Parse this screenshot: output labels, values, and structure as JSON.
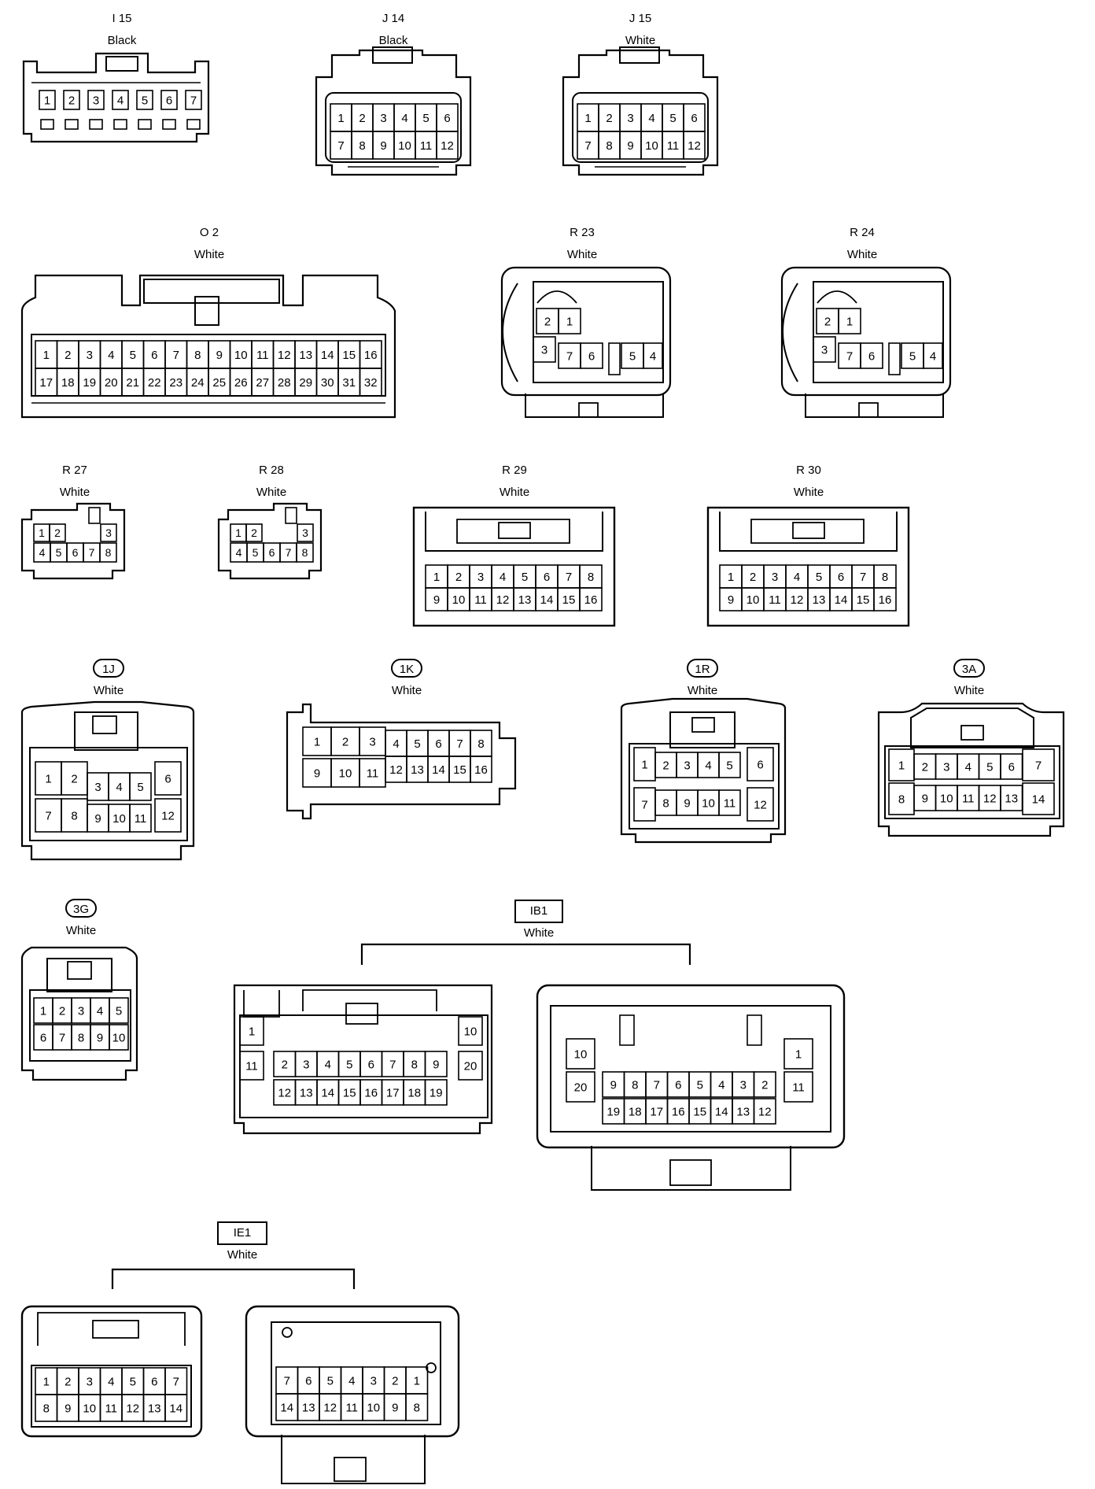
{
  "connectors": {
    "i15": {
      "code": "I 15",
      "color": "Black",
      "pins": [
        "1",
        "2",
        "3",
        "4",
        "5",
        "6",
        "7"
      ]
    },
    "j14": {
      "code": "J 14",
      "color": "Black",
      "rows": [
        [
          "1",
          "2",
          "3",
          "4",
          "5",
          "6"
        ],
        [
          "7",
          "8",
          "9",
          "10",
          "11",
          "12"
        ]
      ]
    },
    "j15": {
      "code": "J 15",
      "color": "White",
      "rows": [
        [
          "1",
          "2",
          "3",
          "4",
          "5",
          "6"
        ],
        [
          "7",
          "8",
          "9",
          "10",
          "11",
          "12"
        ]
      ]
    },
    "o2": {
      "code": "O 2",
      "color": "White",
      "rows": [
        [
          "1",
          "2",
          "3",
          "4",
          "5",
          "6",
          "7",
          "8",
          "9",
          "10",
          "11",
          "12",
          "13",
          "14",
          "15",
          "16"
        ],
        [
          "17",
          "18",
          "19",
          "20",
          "21",
          "22",
          "23",
          "24",
          "25",
          "26",
          "27",
          "28",
          "29",
          "30",
          "31",
          "32"
        ]
      ]
    },
    "r23": {
      "code": "R 23",
      "color": "White",
      "pins": [
        "2",
        "1",
        "3",
        "7",
        "6",
        "5",
        "4"
      ]
    },
    "r24": {
      "code": "R 24",
      "color": "White",
      "pins": [
        "2",
        "1",
        "3",
        "7",
        "6",
        "5",
        "4"
      ]
    },
    "r27": {
      "code": "R 27",
      "color": "White",
      "rows": [
        [
          "1",
          "2",
          "3"
        ],
        [
          "4",
          "5",
          "6",
          "7",
          "8"
        ]
      ]
    },
    "r28": {
      "code": "R 28",
      "color": "White",
      "rows": [
        [
          "1",
          "2",
          "3"
        ],
        [
          "4",
          "5",
          "6",
          "7",
          "8"
        ]
      ]
    },
    "r29": {
      "code": "R 29",
      "color": "White",
      "rows": [
        [
          "1",
          "2",
          "3",
          "4",
          "5",
          "6",
          "7",
          "8"
        ],
        [
          "9",
          "10",
          "11",
          "12",
          "13",
          "14",
          "15",
          "16"
        ]
      ]
    },
    "r30": {
      "code": "R 30",
      "color": "White",
      "rows": [
        [
          "1",
          "2",
          "3",
          "4",
          "5",
          "6",
          "7",
          "8"
        ],
        [
          "9",
          "10",
          "11",
          "12",
          "13",
          "14",
          "15",
          "16"
        ]
      ]
    },
    "c1j": {
      "code": "1J",
      "color": "White",
      "pins": [
        "1",
        "2",
        "3",
        "4",
        "5",
        "6",
        "7",
        "8",
        "9",
        "10",
        "11",
        "12"
      ]
    },
    "c1k": {
      "code": "1K",
      "color": "White",
      "pins": [
        "1",
        "2",
        "3",
        "4",
        "5",
        "6",
        "7",
        "8",
        "9",
        "10",
        "11",
        "12",
        "13",
        "14",
        "15",
        "16"
      ]
    },
    "c1r": {
      "code": "1R",
      "color": "White",
      "pins": [
        "1",
        "2",
        "3",
        "4",
        "5",
        "6",
        "7",
        "8",
        "9",
        "10",
        "11",
        "12"
      ]
    },
    "c3a": {
      "code": "3A",
      "color": "White",
      "rows": [
        [
          "1",
          "2",
          "3",
          "4",
          "5",
          "6",
          "7"
        ],
        [
          "8",
          "9",
          "10",
          "11",
          "12",
          "13",
          "14"
        ]
      ]
    },
    "c3g": {
      "code": "3G",
      "color": "White",
      "rows": [
        [
          "1",
          "2",
          "3",
          "4",
          "5"
        ],
        [
          "6",
          "7",
          "8",
          "9",
          "10"
        ]
      ]
    },
    "ib1": {
      "code": "IB1",
      "color": "White",
      "left": {
        "side_left": [
          "1",
          "11"
        ],
        "side_right": [
          "10",
          "20"
        ],
        "rows": [
          [
            "2",
            "3",
            "4",
            "5",
            "6",
            "7",
            "8",
            "9"
          ],
          [
            "12",
            "13",
            "14",
            "15",
            "16",
            "17",
            "18",
            "19"
          ]
        ]
      },
      "right": {
        "side_left": [
          "10",
          "20"
        ],
        "side_right": [
          "1",
          "11"
        ],
        "rows": [
          [
            "9",
            "8",
            "7",
            "6",
            "5",
            "4",
            "3",
            "2"
          ],
          [
            "19",
            "18",
            "17",
            "16",
            "15",
            "14",
            "13",
            "12"
          ]
        ]
      }
    },
    "ie1": {
      "code": "IE1",
      "color": "White",
      "left": {
        "rows": [
          [
            "1",
            "2",
            "3",
            "4",
            "5",
            "6",
            "7"
          ],
          [
            "8",
            "9",
            "10",
            "11",
            "12",
            "13",
            "14"
          ]
        ]
      },
      "right": {
        "rows": [
          [
            "7",
            "6",
            "5",
            "4",
            "3",
            "2",
            "1"
          ],
          [
            "14",
            "13",
            "12",
            "11",
            "10",
            "9",
            "8"
          ]
        ]
      }
    }
  }
}
